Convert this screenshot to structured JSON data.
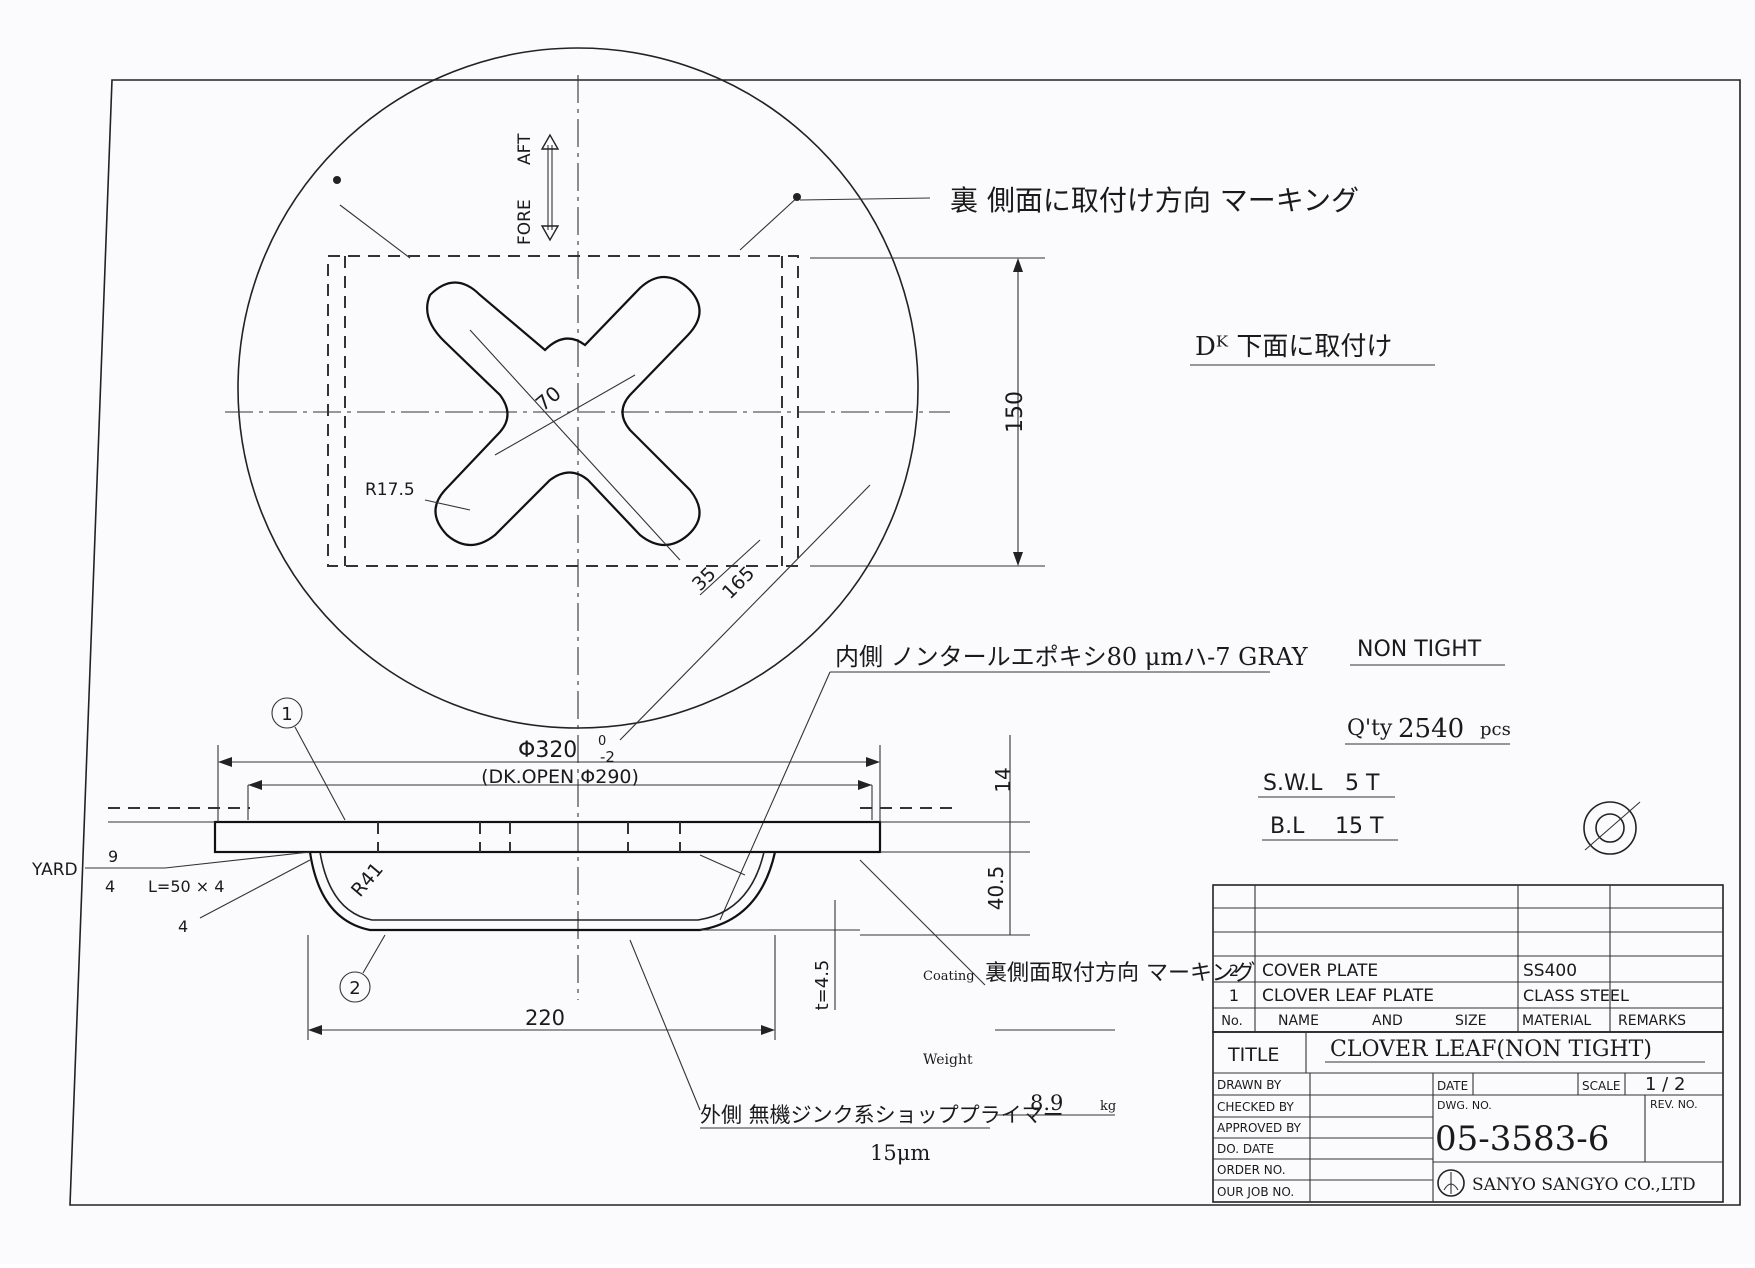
{
  "orientation": {
    "fore": "FORE",
    "aft": "AFT"
  },
  "notes": {
    "marking_top": "裏 側面に取付け方向 マーキング",
    "dk_install": "Dᴷ 下面に取付け",
    "inner_coating": "内側 ノンタールエポキシ80 μmハ-7 GRAY",
    "coating_label": "Coating",
    "coating_note": "裏側面取付方向 マーキング",
    "weight_label": "Weight",
    "outer_primer": "外側 無機ジンク系ショッププライマー",
    "primer_thickness": "15μm",
    "weight_value": "8.9",
    "weight_unit": "kg"
  },
  "specs": {
    "non_tight": "NON TIGHT",
    "qty_prefix": "Q'ty",
    "qty_value": "2540",
    "qty_unit": "pcs",
    "swl_label": "S.W.L",
    "swl_value": "5 T",
    "bl_label": "B.L",
    "bl_value": "15 T"
  },
  "dimensions": {
    "d150": "150",
    "d70": "70",
    "r175": "R17.5",
    "d35": "35",
    "d165": "165",
    "phi320": "Φ320",
    "phi320_tol": "0",
    "phi320_tol2": "-2",
    "dk_open": "(DK.OPEN Φ290)",
    "d14": "14",
    "d405": "40.5",
    "t45": "t=4.5",
    "r41": "R41",
    "d220": "220",
    "yard": "YARD",
    "weld9": "9",
    "weld4a": "4",
    "weld_len": "L=50 × 4",
    "weld4b": "4",
    "part1": "1",
    "part2": "2"
  },
  "parts_list": {
    "rows": [
      {
        "no": "2",
        "name": "COVER PLATE",
        "material": "SS400"
      },
      {
        "no": "1",
        "name": "CLOVER LEAF PLATE",
        "material": "CLASS STEEL"
      }
    ],
    "headers": {
      "no": "No.",
      "name": "NAME",
      "and": "AND",
      "size": "SIZE",
      "material": "MATERIAL",
      "remarks": "REMARKS"
    }
  },
  "title_block": {
    "title_label": "TITLE",
    "title_value": "CLOVER LEAF(NON TIGHT)",
    "drawn_by": "DRAWN BY",
    "checked_by": "CHECKED BY",
    "approved_by": "APPROVED BY",
    "do_date": "DO. DATE",
    "order_no": "ORDER NO.",
    "our_job_no": "OUR JOB NO.",
    "date_label": "DATE",
    "scale_label": "SCALE",
    "scale_value": "1 / 2",
    "dwg_no_label": "DWG. NO.",
    "dwg_no": "05-3583-6",
    "rev_no_label": "REV. NO.",
    "company": "SANYO SANGYO CO.,LTD"
  },
  "colors": {
    "paper": "#fbfbfd",
    "ink": "#1a1a1a"
  }
}
